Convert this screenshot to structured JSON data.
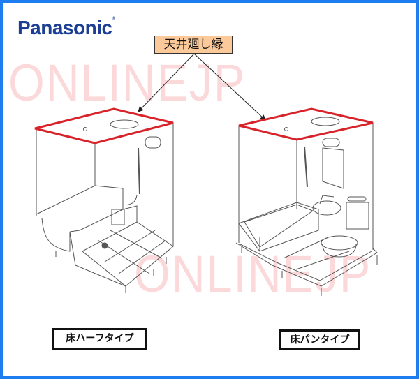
{
  "brand": {
    "logo_text": "Panasonic",
    "color": "#1c3f94"
  },
  "frame": {
    "border_color": "#1e7ef0"
  },
  "watermark": {
    "text": "ONLINEJP",
    "color": "#fbd9da"
  },
  "callout": {
    "label": "天井廻し縁",
    "background": "#fcc99a",
    "highlight_color": "#d8232a"
  },
  "diagrams": [
    {
      "id": "floor-half-type",
      "caption": "床ハーフタイプ"
    },
    {
      "id": "floor-pan-type",
      "caption": "床パンタイプ"
    }
  ]
}
